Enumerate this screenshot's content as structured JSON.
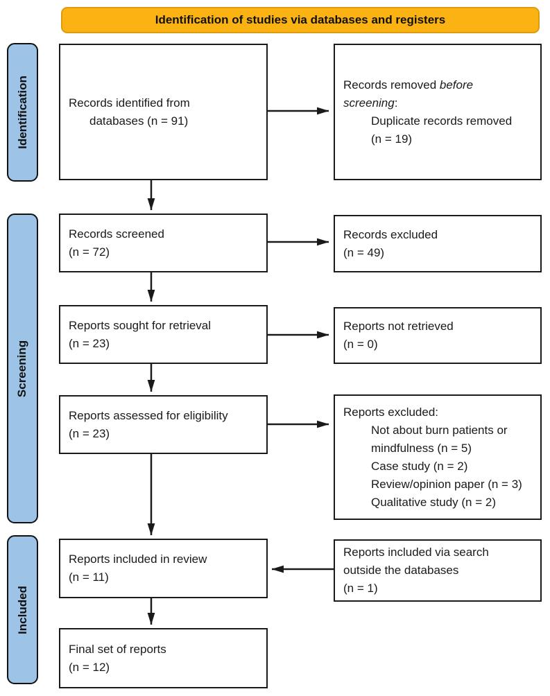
{
  "banner": {
    "title": "Identification of studies via databases and registers"
  },
  "sidebar": {
    "identification": "Identification",
    "screening": "Screening",
    "included": "Included"
  },
  "boxes": {
    "identified": {
      "line1": "Records identified from",
      "line2": "databases (n = 91)"
    },
    "removed": {
      "l1_regular": "Records removed ",
      "l1_italic": "before",
      "l2_italic": "screening",
      "l2_regular": ":",
      "item_line1": "Duplicate records removed",
      "item_line2": "(n = 19)"
    },
    "screened": {
      "line1": "Records screened",
      "line2": "(n = 72)"
    },
    "excluded": {
      "line1": "Records excluded",
      "line2": "(n = 49)"
    },
    "sought": {
      "line1": "Reports sought for retrieval",
      "line2": "(n = 23)"
    },
    "not_retrieved": {
      "line1": "Reports not retrieved",
      "line2": "(n = 0)"
    },
    "assessed": {
      "line1": "Reports assessed for eligibility",
      "line2": "(n = 23)"
    },
    "reports_excluded": {
      "title": "Reports excluded:",
      "reasons": [
        "Not about burn patients or mindfulness (n = 5)",
        "Case study (n = 2)",
        "Review/opinion paper (n = 3)",
        "Qualitative study (n = 2)"
      ]
    },
    "included_review": {
      "line1": "Reports included in review",
      "line2": "(n = 11)"
    },
    "included_outside": {
      "line1": "Reports included via search",
      "line2": "outside the databases",
      "line3": "(n = 1)"
    },
    "final": {
      "line1": "Final set of reports",
      "line2": "(n = 12)"
    }
  },
  "colors": {
    "banner_fill": "#FAB312",
    "banner_border": "#DC9B10",
    "sidebar_fill": "#9DC3E6",
    "arrow": "#1A1A1A"
  }
}
